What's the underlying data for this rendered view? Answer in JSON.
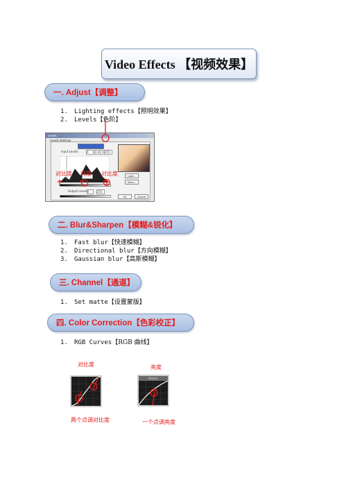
{
  "title": "Video Effects 【视频效果】",
  "sections": [
    {
      "heading": "一. Adjust【调整】",
      "items": [
        {
          "num": "1.",
          "text": "Lighting effects",
          "cn": "【照明效果】"
        },
        {
          "num": "2.",
          "text": "Levels",
          "cn": "【色阶】"
        }
      ]
    },
    {
      "heading": "二. Blur&Sharpen【模糊&锐化】",
      "items": [
        {
          "num": "1.",
          "text": "Fast blur",
          "cn": "【快速模糊】"
        },
        {
          "num": "2.",
          "text": "Directional blur",
          "cn": "【方向模糊】"
        },
        {
          "num": "3.",
          "text": "Gaussian blur",
          "cn": "【高斯模糊】"
        }
      ]
    },
    {
      "heading": "三. Channel【通道】",
      "items": [
        {
          "num": "1.",
          "text": "Set matte",
          "cn": "【设置蒙版】"
        }
      ]
    },
    {
      "heading": "四. Color Correction【色彩校正】",
      "items": [
        {
          "num": "1.",
          "text": "RGB Curves",
          "cn": "【RGB 曲线】"
        }
      ]
    }
  ],
  "levels_dialog": {
    "window_title": "Levels",
    "group_title": "Levels Settings",
    "input_label": "Input Levels:",
    "input_values": [
      "0",
      "1.00",
      "255"
    ],
    "output_label": "Output Levels:",
    "output_values": [
      "0",
      "255"
    ],
    "buttons": [
      "Load...",
      "Save...",
      "OK",
      "Cancel"
    ],
    "annotations": {
      "left": "对比度",
      "middle": "亮度",
      "right": "对比度"
    }
  },
  "curves": {
    "left_caption_top": "对比度",
    "left_caption_bottom": "两个点调对比度",
    "right_caption_top": "亮度",
    "right_caption_bottom": "一个点调亮度",
    "right_panel_label": "Master"
  },
  "colors": {
    "accent": "#e11d1d",
    "pill": "#b6cae8",
    "border": "#7a93b8"
  }
}
